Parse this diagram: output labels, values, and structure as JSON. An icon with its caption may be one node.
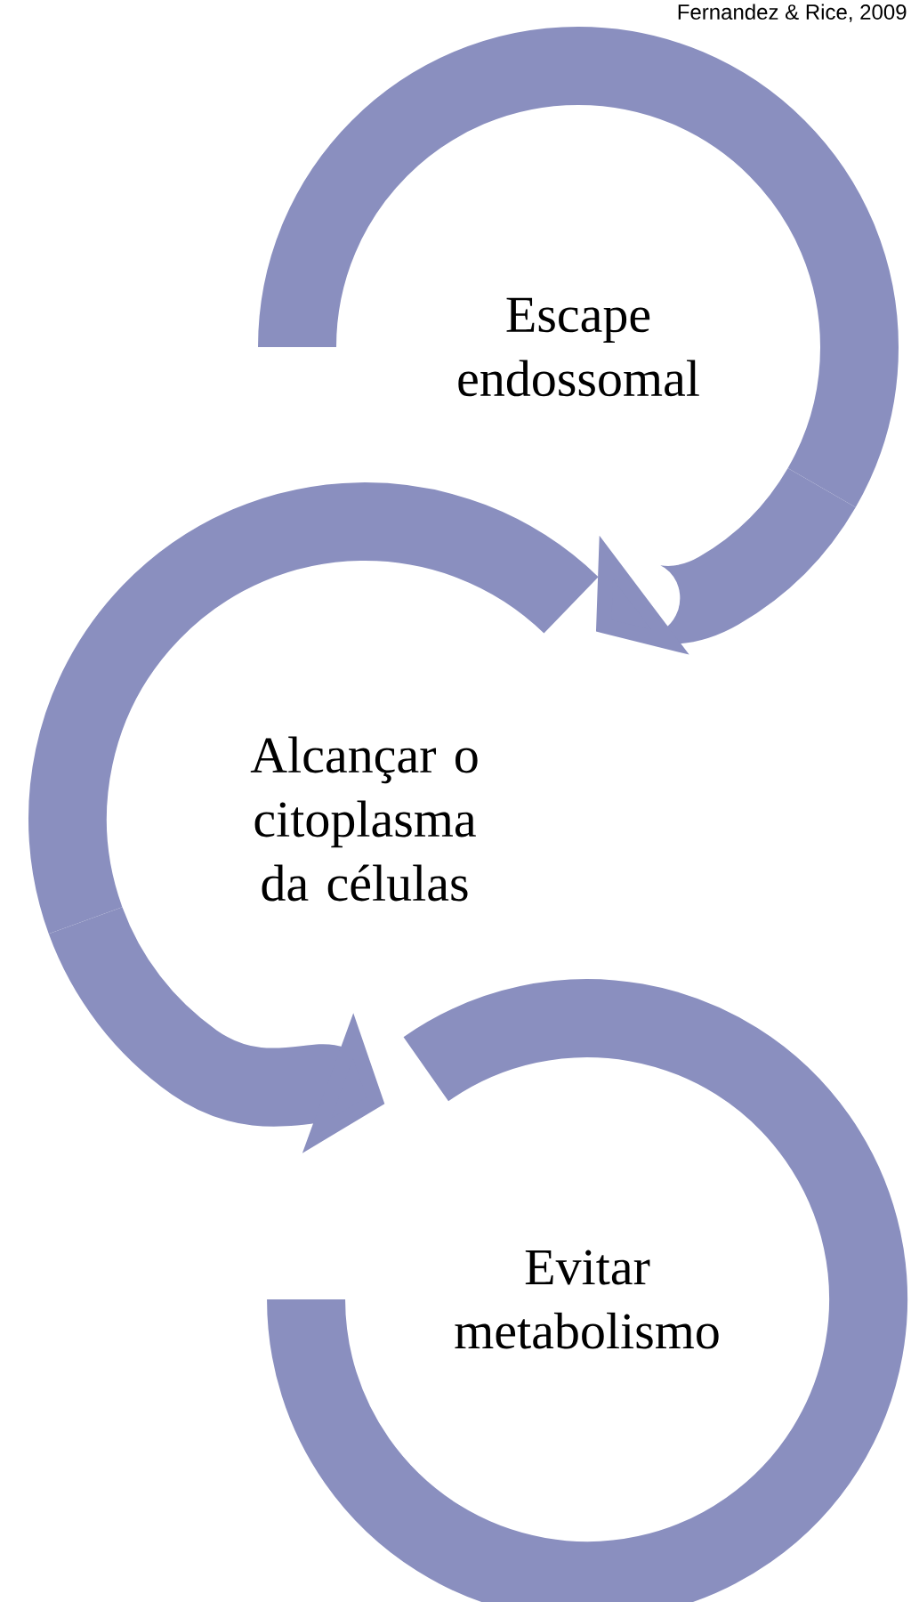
{
  "diagram": {
    "nodes": [
      {
        "text": [
          "Escape endossomal"
        ]
      },
      {
        "text": [
          "Alcançar o citoplasma da células"
        ]
      },
      {
        "text": [
          "Evitar metabolismo"
        ]
      }
    ],
    "edges": [
      {
        "from": 0,
        "to": 1,
        "arrow": "to"
      },
      {
        "from": 1,
        "to": 2,
        "arrow": "to"
      }
    ],
    "labels": [
      "Fernandez & Rice, 2009"
    ]
  }
}
